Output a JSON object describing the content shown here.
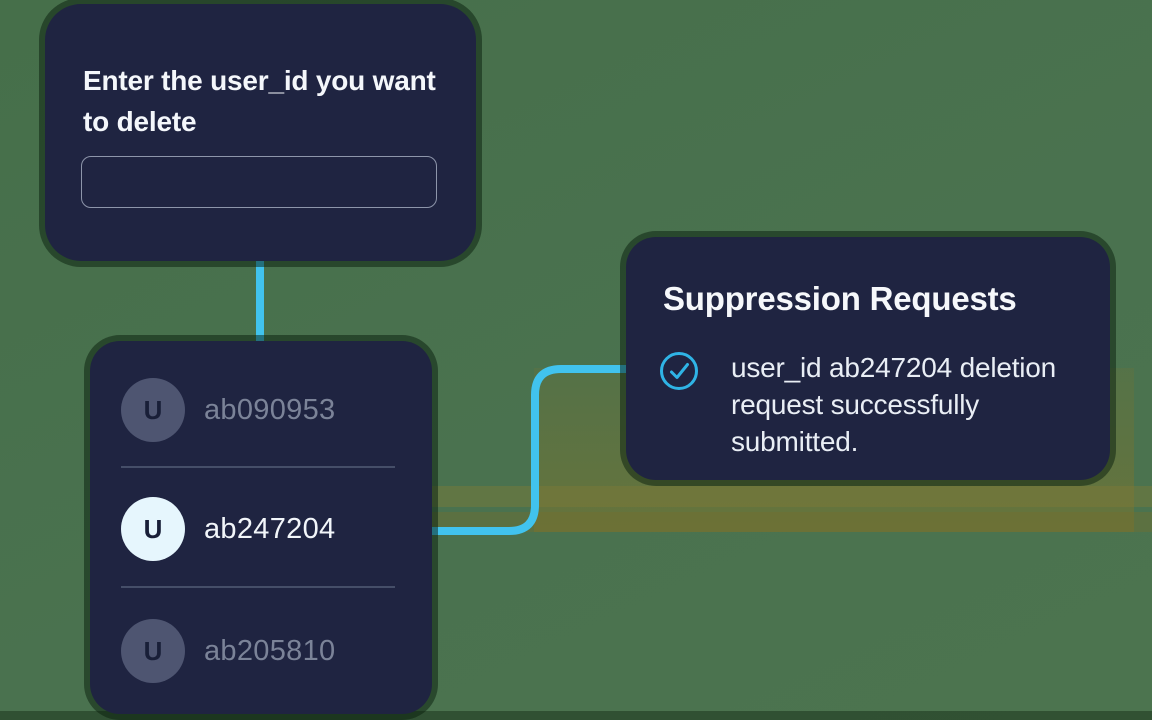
{
  "colors": {
    "background_green": "#48714C",
    "olive_overlay": "#6E7940",
    "card_background": "#1F2441",
    "accent_cyan": "#41C3EE",
    "check_icon_cyan": "#2FB4E6",
    "muted_text": "#7B8398",
    "white_text": "#F4F7FB",
    "avatar_muted": "#4E5571",
    "avatar_highlight": "#E6F6FD",
    "input_border": "#8D95AA",
    "separator": "#454E68"
  },
  "prompt_card": {
    "title": "Enter the user_id you want to delete",
    "input_value": "",
    "input_placeholder": ""
  },
  "user_list_card": {
    "items": [
      {
        "initial": "U",
        "user_id": "ab090953",
        "highlighted": false
      },
      {
        "initial": "U",
        "user_id": "ab247204",
        "highlighted": true
      },
      {
        "initial": "U",
        "user_id": "ab205810",
        "highlighted": false
      }
    ]
  },
  "result_card": {
    "title": "Suppression Requests",
    "status_icon": "check-circle-icon",
    "message": "user_id ab247204 deletion request successfully submitted."
  }
}
